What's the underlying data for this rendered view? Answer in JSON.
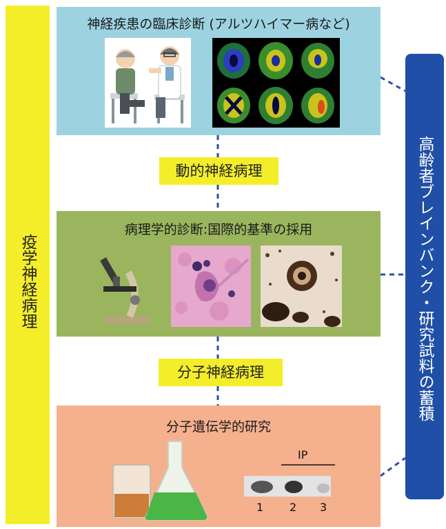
{
  "left_bar": {
    "label": "疫学神経病理"
  },
  "right_bar": {
    "label": "高齢者ブレインバンク・研究試料の蓄積"
  },
  "panels": {
    "clinical": {
      "title": "神経疾患の臨床診断 (アルツハイマー病など)"
    },
    "pathology": {
      "title": "病理学的診断:国際的基準の採用"
    },
    "molecular": {
      "title": "分子遺伝学的研究"
    }
  },
  "connectors": {
    "dynamic": "動的神経病理",
    "molecular": "分子神経病理"
  },
  "blot": {
    "group_label": "IP",
    "lanes": [
      "1",
      "2",
      "3"
    ]
  },
  "colors": {
    "yellow": "#f4ee2a",
    "blue": "#1f4fa6",
    "clinical_panel": "#9dd3e1",
    "pathology_panel": "#9bb55e",
    "molecular_panel": "#f5b08e",
    "dash": "#2a50a8"
  }
}
